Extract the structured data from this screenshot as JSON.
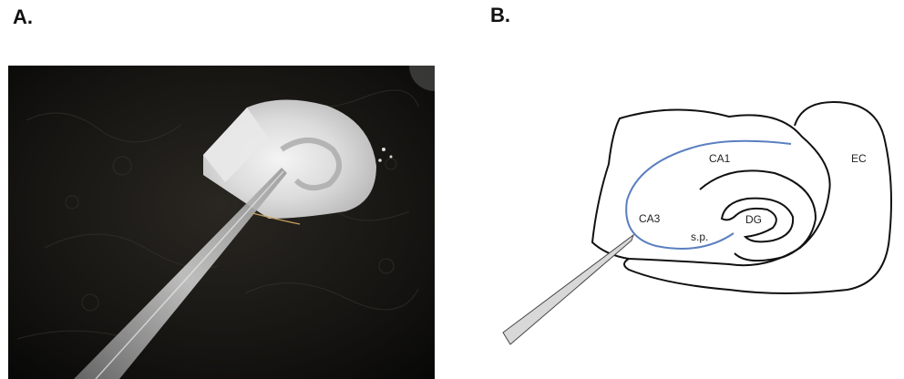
{
  "panels": {
    "a": {
      "label": "A."
    },
    "b": {
      "label": "B.",
      "regions": {
        "ca1": "CA1",
        "ec": "EC",
        "ca3": "CA3",
        "dg": "DG",
        "sp": "s.p."
      }
    }
  },
  "colors": {
    "stratum_pyramidale": "#5a7fc0",
    "outline": "#111111",
    "pipette": "#d8d8d8"
  }
}
